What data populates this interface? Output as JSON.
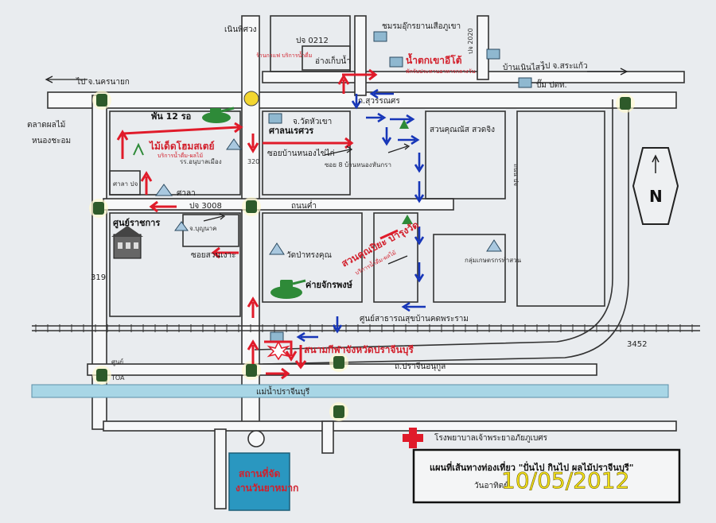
{
  "places": {
    "noenphitsuang": "เนินพิศวง",
    "chomrom": "ชมรมอุ๊กรยานเสือภูเขา",
    "poc0212": "ปจ 0212",
    "angkepnam": "อ่างเก็บน้ำ",
    "namtok": "น้ำตกเขาอีโต้",
    "namtok_sub": "พักรับประทานอาหารกลางวัน",
    "small_top": "ร้านกาแฟ บริการน้ำดื่ม",
    "poc2020": "ปจ 2020",
    "bannoensai": "บ้านเนินไสว",
    "to_srakaeo": "ไป จ.สระแก้ว",
    "pump": "ปั๊ม ปตท.",
    "to_nakhonnayok": "ไป จ.นครนายก",
    "talat": "ตลาดผลไม้",
    "nongchasom": "หนองชะอม",
    "phan12": "พัน 12 รอ",
    "maidet": "ไม้เด็ดโฮมสเตย์",
    "maidet_sub": "บริการน้ำดื่ม-ผลไม้",
    "rr_anuban": "รร.อนุบาลเมือง",
    "thoroad": "320",
    "sala": "ศาลา",
    "sala_box": "ศาลา ปจ",
    "sannaresuan": "ศาลนเรศวร",
    "suwannason": "ถ.สุวรรณศร",
    "wathuakhao": "จ.วัดหัวเขา",
    "soinongphai": "ซอยบ้านหนองไข่ไก่",
    "soi8": "ซอย 8 บ้านหนองหันกรา",
    "suankhun": "สวนคุณณัส สวดจิง",
    "poc3008": "ปจ 3008",
    "thanon_kham": "ถนนค่ำ",
    "sunratchakan": "ศูนย์ราชการ",
    "bunyanak": "จ.บุญนาค",
    "soisuanngo": "ซอยสวนเงาะ",
    "watpa": "วัดป่าทรงคุณ",
    "khaiyakrapong": "ค่ายจักรพงษ์",
    "suankhunpiya": "สวนคุณปิยะ บำรุงวัด",
    "suankhunpiya_sub": "บริการน้ำดื่ม-ผลไม้",
    "klumkaset": "กลุ่มเกษตรกรทำสวน",
    "road319": "319",
    "road3452": "3452",
    "sunpracharak": "ศูนย์สาธารณสุขบ้านคดพระราม",
    "sanamkila": "สนามกีฬาจังหวัดปราจีนบุรี",
    "prachinanukun": "ถ.ปราจีนอนุกูล",
    "mae_nam": "แม่น้ำปราจีนบุรี",
    "sun_toa": "ศูนย์",
    "toa": "TOA",
    "hospital": "โรงพยาบาลเจ้าพระยาอภัยภูเบศร",
    "parking": "สถานที่จัด",
    "parking_sub": "งานวันยาหมาก",
    "road_sign": "ถนน ปจ",
    "route3": "ไป"
  },
  "legend": {
    "title": "แผนที่เส้นทางท่องเที่ยว \"ปั่นไป กินไป ผลไม้ปราจีนบุรี\"",
    "subtitle": "วันอาทิตย์"
  },
  "compass": "N",
  "date_stamp": "10/05/2012",
  "colors": {
    "route_red": "#e01b2a",
    "route_blue": "#1736b8",
    "stamp_yellow": "#f4e21a",
    "river": "#a8d6e6"
  },
  "icons": [
    "traffic-light-icon",
    "tank-icon",
    "tree-icon",
    "triangle-landmark-icon",
    "hospital-cross-icon",
    "house-icon",
    "compass-icon"
  ]
}
